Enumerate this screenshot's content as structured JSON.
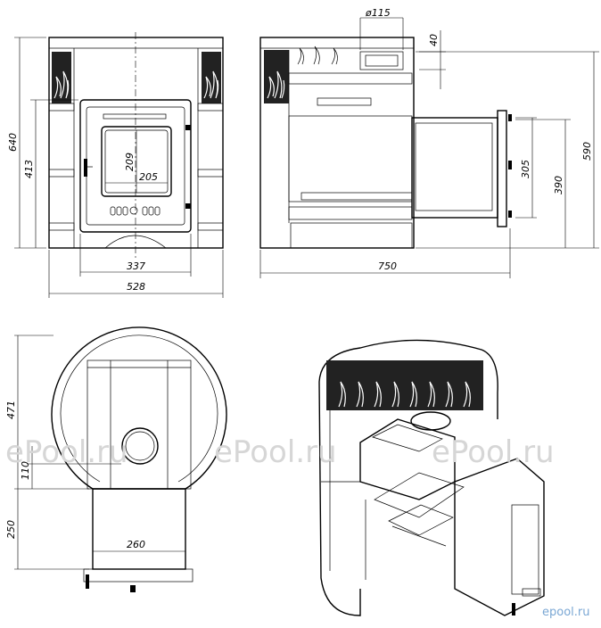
{
  "front_view": {
    "height_total": "640",
    "height_door": "413",
    "glass_height": "209",
    "glass_width": "205",
    "door_width": "337",
    "width_total": "528"
  },
  "side_view": {
    "chimney_diameter": "ø115",
    "chimney_offset": "40",
    "depth_total": "750",
    "height_side": "590",
    "height_firebox": "390",
    "height_door_frame": "305"
  },
  "top_view": {
    "depth_body": "471",
    "chimney_offset": "110",
    "tunnel_length": "250",
    "tunnel_width": "260"
  },
  "watermarks": [
    "ePool.ru",
    "ePool.ru",
    "ePool.ru"
  ],
  "logo": "epool.ru"
}
